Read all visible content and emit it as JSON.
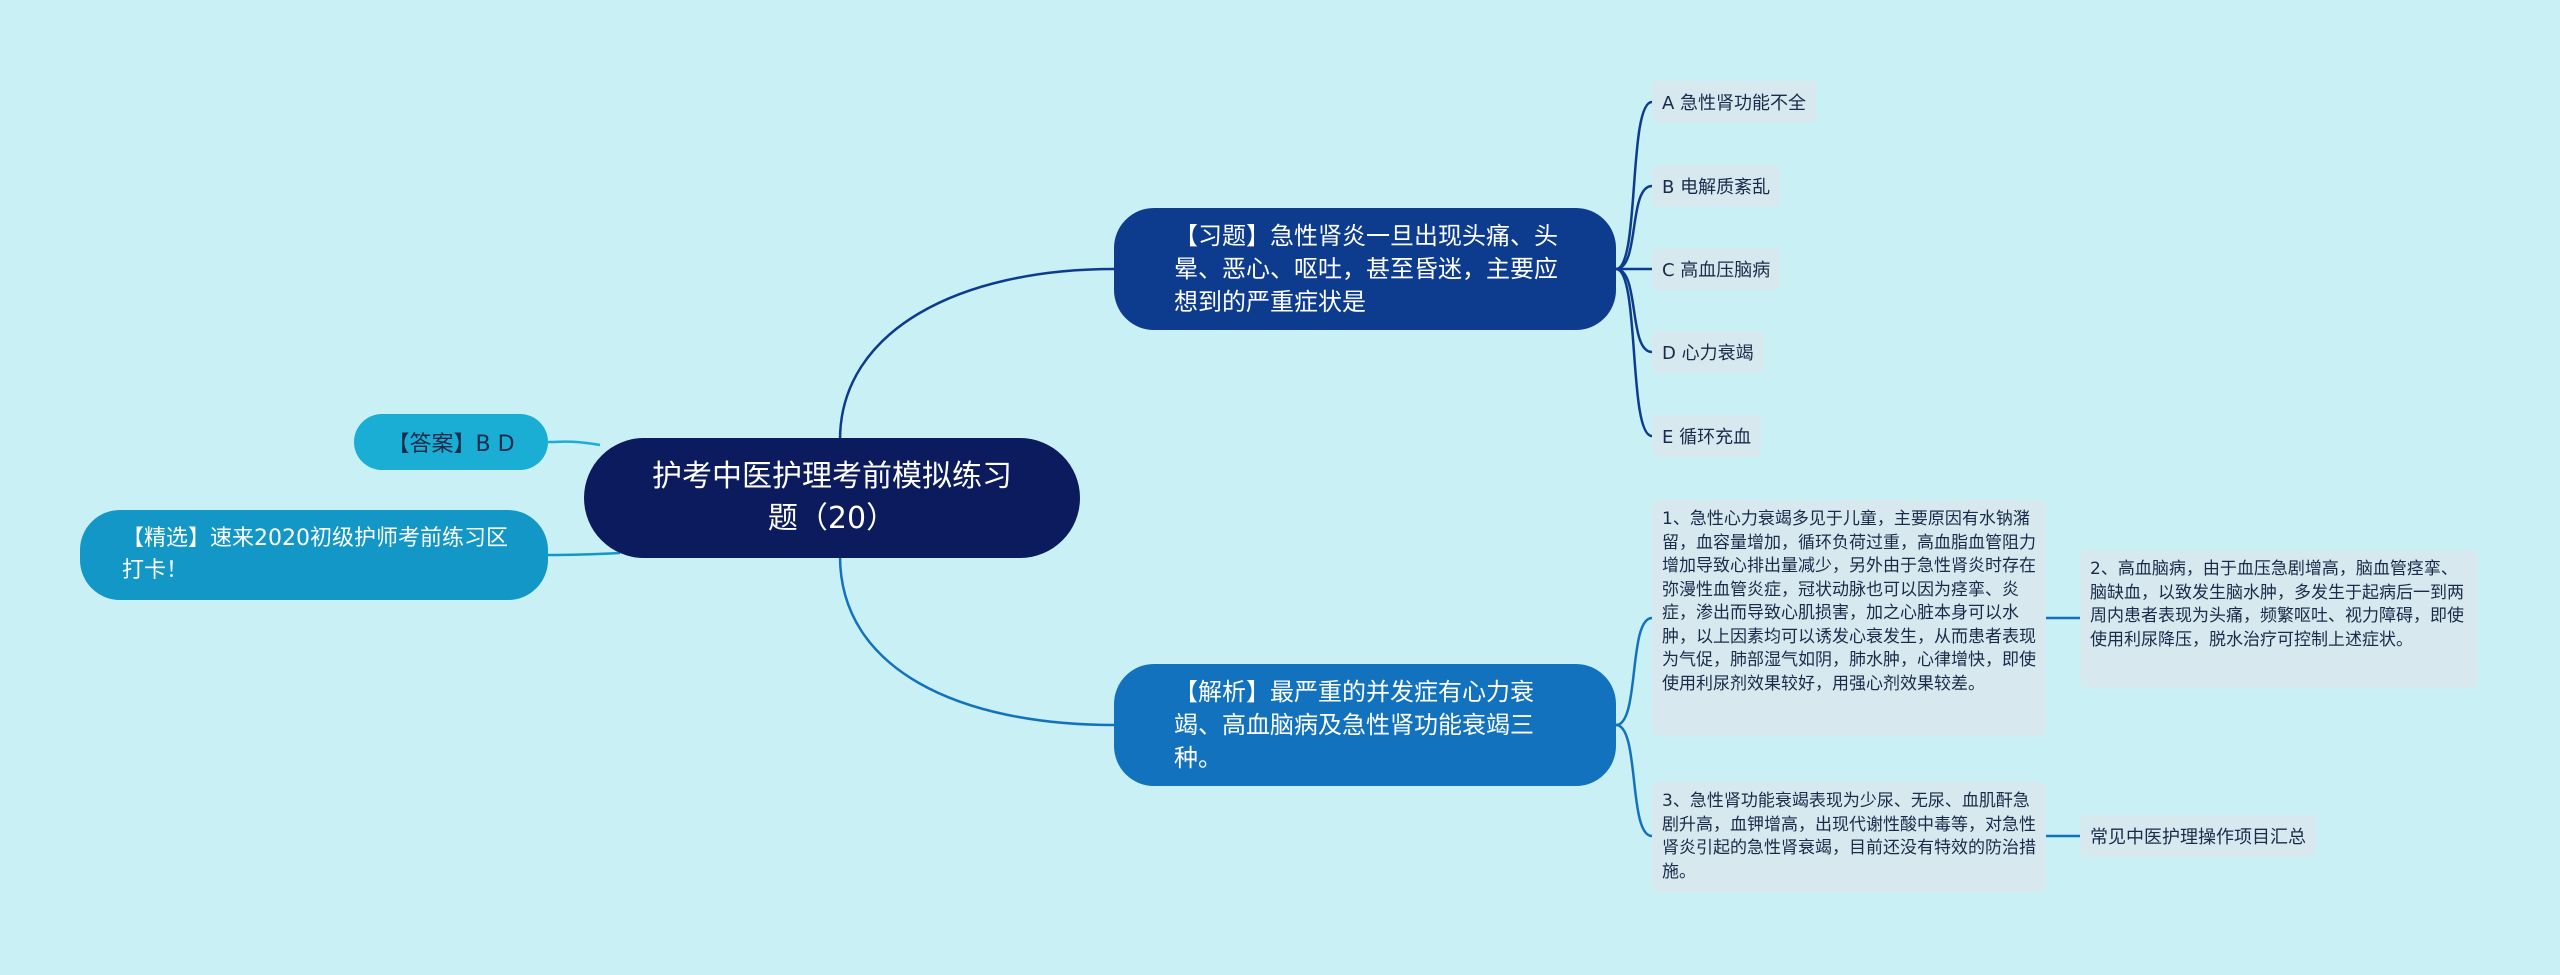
{
  "root": {
    "title": "护考中医护理考前模拟练习题（20）"
  },
  "question": {
    "text": "【习题】急性肾炎一旦出现头痛、头晕、恶心、呕吐，甚至昏迷，主要应想到的严重症状是"
  },
  "options": [
    {
      "text": "A 急性肾功能不全"
    },
    {
      "text": "B 电解质紊乱"
    },
    {
      "text": "C 高血压脑病"
    },
    {
      "text": "D 心力衰竭"
    },
    {
      "text": "E 循环充血"
    }
  ],
  "answer": {
    "text": "【答案】B D"
  },
  "featured": {
    "text": "【精选】速来2020初级护师考前练习区打卡！"
  },
  "explanation": {
    "text": "【解析】最严重的并发症有心力衰竭、高血脑病及急性肾功能衰竭三种。",
    "points": [
      {
        "text": "1、急性心力衰竭多见于儿童，主要原因有水钠潴留，血容量增加，循环负荷过重，高血脂血管阻力增加导致心排出量减少，另外由于急性肾炎时存在弥漫性血管炎症，冠状动脉也可以因为痉挛、炎症，渗出而导致心肌损害，加之心脏本身可以水肿，以上因素均可以诱发心衰发生，从而患者表现为气促，肺部湿气如阴，肺水肿，心律增快，即使使用利尿剂效果较好，用强心剂效果较差。"
      },
      {
        "text": "2、高血脑病，由于血压急剧增高，脑血管痉挛、脑缺血，以致发生脑水肿，多发生于起病后一到两周内患者表现为头痛，频繁呕吐、视力障碍，即使使用利尿降压，脱水治疗可控制上述症状。"
      },
      {
        "text": "3、急性肾功能衰竭表现为少尿、无尿、血肌酐急剧升高，血钾增高，出现代谢性酸中毒等，对急性肾炎引起的急性肾衰竭，目前还没有特效的防治措施。"
      },
      {
        "text": "常见中医护理操作项目汇总"
      }
    ]
  },
  "colors": {
    "background": "#c8f0f5",
    "root": "#0c1a5e",
    "question": "#0d3c8e",
    "explanation": "#1372be",
    "answer": "#1aaed5",
    "featured": "#1297c6",
    "leaf": "#d7e9ee",
    "line": "#1a3a8a"
  }
}
